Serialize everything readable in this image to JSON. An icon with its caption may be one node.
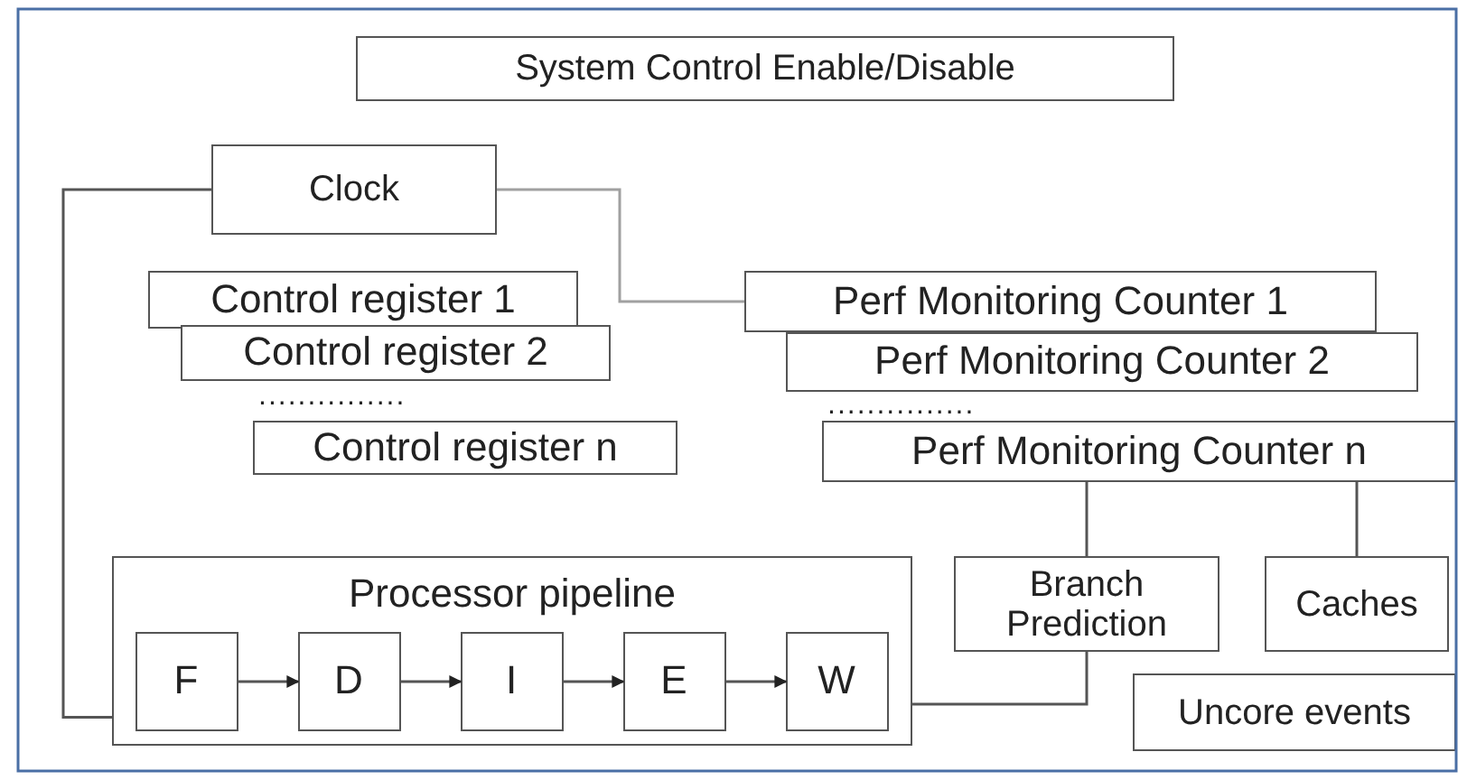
{
  "diagram": {
    "nodes": [
      {
        "text": [
          "System Control Enable/Disable"
        ]
      },
      {
        "text": [
          "Clock"
        ]
      },
      {
        "text": [
          "Control register 1"
        ]
      },
      {
        "text": [
          "Control register 2"
        ]
      },
      {
        "text": [
          "Control register n"
        ]
      },
      {
        "text": [
          "Perf Monitoring Counter 1"
        ]
      },
      {
        "text": [
          "Perf Monitoring Counter 2"
        ]
      },
      {
        "text": [
          "Perf Monitoring Counter n"
        ]
      },
      {
        "text": [
          "Processor pipeline"
        ]
      },
      {
        "text": [
          "F"
        ],
        "in": 8
      },
      {
        "text": [
          "D"
        ],
        "in": 8
      },
      {
        "text": [
          "I"
        ],
        "in": 8
      },
      {
        "text": [
          "E"
        ],
        "in": 8
      },
      {
        "text": [
          "W"
        ],
        "in": 8
      },
      {
        "text": [
          "Branch Prediction"
        ]
      },
      {
        "text": [
          "Caches"
        ]
      },
      {
        "text": [
          "Uncore events"
        ]
      }
    ],
    "edges": [
      {
        "from": 1,
        "to": 8,
        "arrow": "none"
      },
      {
        "from": 1,
        "to": 5,
        "arrow": "none",
        "color": "#a0a0a0"
      },
      {
        "from": 9,
        "to": 10,
        "arrow": "to"
      },
      {
        "from": 10,
        "to": 11,
        "arrow": "to"
      },
      {
        "from": 11,
        "to": 12,
        "arrow": "to"
      },
      {
        "from": 12,
        "to": 13,
        "arrow": "to"
      },
      {
        "from": 7,
        "to": 14,
        "arrow": "none"
      },
      {
        "from": 7,
        "to": 15,
        "arrow": "none"
      },
      {
        "from": 8,
        "to": 14,
        "arrow": "none"
      }
    ],
    "labels": [
      "...............",
      "..............."
    ]
  }
}
